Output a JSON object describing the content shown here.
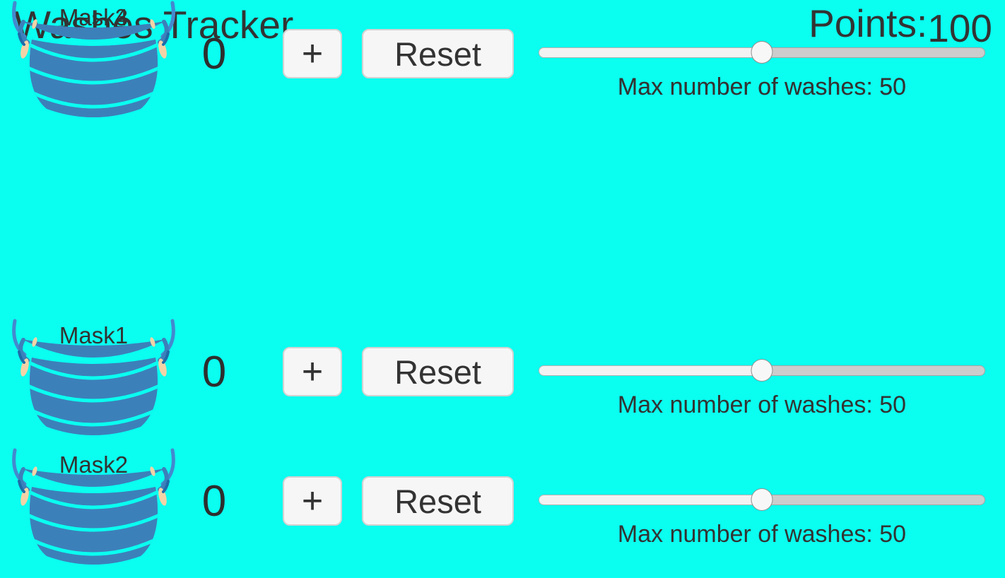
{
  "header": {
    "title": "Washes Tracker",
    "points_label": "Points:",
    "points_value": "100"
  },
  "colors": {
    "background": "#0afff0",
    "text": "#333333",
    "mask_body": "#3c80ba",
    "mask_strap": "#4489cf",
    "mask_skin": "#f2d3a7",
    "button_bg": "#f6f6f6",
    "button_border": "#d2d2d2",
    "slider_track_filled": "#f2f2f2",
    "slider_track_empty": "#cccccc",
    "slider_thumb": "#f7f7f7"
  },
  "rows": [
    {
      "label": "Mask1",
      "count": "0",
      "plus_label": "+",
      "reset_label": "Reset",
      "slider_percent": 50,
      "max_washes_label": "Max number of washes: 50"
    },
    {
      "label": "Mask2",
      "count": "0",
      "plus_label": "+",
      "reset_label": "Reset",
      "slider_percent": 50,
      "max_washes_label": "Max number of washes: 50"
    },
    {
      "label": "Mask3",
      "count": "0",
      "plus_label": "+",
      "reset_label": "Reset",
      "slider_percent": 50,
      "max_washes_label": "Max number of washes: 50"
    },
    {
      "label": "Mask4",
      "count": "0",
      "plus_label": "+",
      "reset_label": "Reset",
      "slider_percent": 50,
      "max_washes_label": "Max number of washes: 50"
    }
  ]
}
